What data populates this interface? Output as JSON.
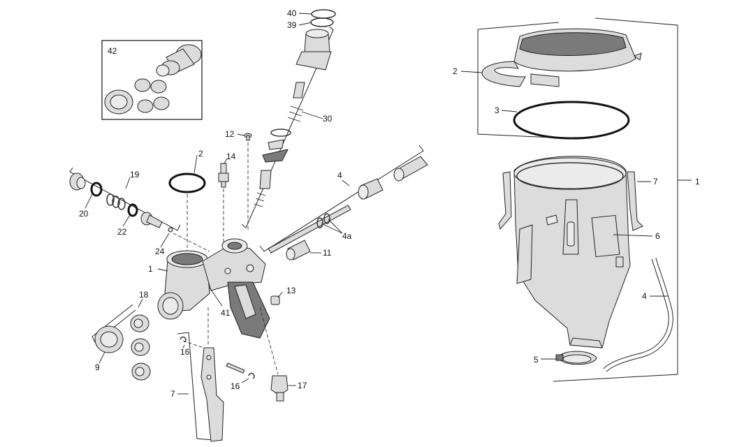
{
  "labels": {
    "l1_gun": "1",
    "l1_hopper": "1",
    "l2_gun": "2",
    "l2_hopper": "2",
    "l3": "3",
    "l4_gun": "4",
    "l4_hopper": "4",
    "l4a": "4a",
    "l5": "5",
    "l6": "6",
    "l7_gun": "7",
    "l7_hopper": "7",
    "l9": "9",
    "l11": "11",
    "l12": "12",
    "l13": "13",
    "l14": "14",
    "l16_a": "16",
    "l16_b": "16",
    "l17": "17",
    "l18": "18",
    "l19": "19",
    "l20": "20",
    "l22": "22",
    "l24": "24",
    "l30": "30",
    "l39": "39",
    "l40": "40",
    "l41": "41",
    "l42": "42"
  },
  "colors": {
    "line": "#222222",
    "part_fill": "#dcdcdc",
    "part_dark": "#7a7a7a",
    "background": "#ffffff"
  }
}
